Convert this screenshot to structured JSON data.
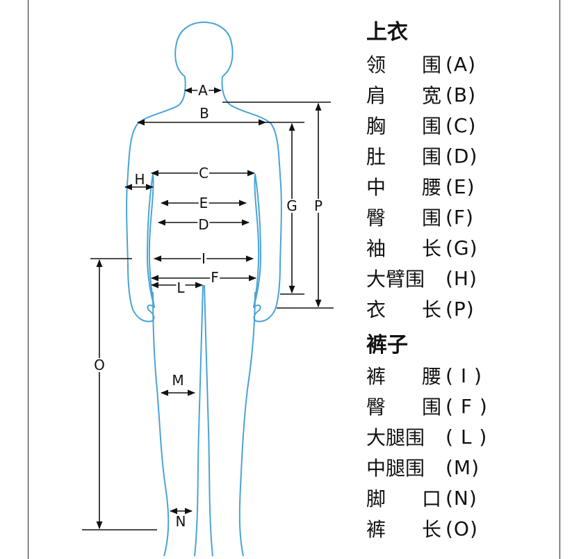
{
  "diagram": {
    "labels": {
      "A": "A",
      "B": "B",
      "C": "C",
      "H": "H",
      "E": "E",
      "D": "D",
      "I": "I",
      "F": "F",
      "L": "L",
      "G": "G",
      "P": "P",
      "O": "O",
      "M": "M",
      "N": "N"
    },
    "colors": {
      "outline": "#4aa3d6",
      "lines": "#111111"
    }
  },
  "legend": {
    "top": {
      "title": "上衣",
      "items": [
        {
          "name": [
            "领",
            "围"
          ],
          "code": "(A)"
        },
        {
          "name": [
            "肩",
            "宽"
          ],
          "code": "(B)"
        },
        {
          "name": [
            "胸",
            "围"
          ],
          "code": "(C)"
        },
        {
          "name": [
            "肚",
            "围"
          ],
          "code": "(D)"
        },
        {
          "name": [
            "中",
            "腰"
          ],
          "code": "(E)"
        },
        {
          "name": [
            "臀",
            "围"
          ],
          "code": "(F)"
        },
        {
          "name": [
            "袖",
            "长"
          ],
          "code": "(G)"
        },
        {
          "name": [
            "大臂围"
          ],
          "code": "(H)"
        },
        {
          "name": [
            "衣",
            "长"
          ],
          "code": "(P)"
        }
      ]
    },
    "pants": {
      "title": "裤子",
      "items": [
        {
          "name": [
            "裤",
            "腰"
          ],
          "code": "( I )"
        },
        {
          "name": [
            "臀",
            "围"
          ],
          "code": "( F )"
        },
        {
          "name": [
            "大腿围"
          ],
          "code": "( L )"
        },
        {
          "name": [
            "中腿围"
          ],
          "code": "(M)"
        },
        {
          "name": [
            "脚",
            "口"
          ],
          "code": "(N)"
        },
        {
          "name": [
            "裤",
            "长"
          ],
          "code": "(O)"
        }
      ]
    }
  }
}
